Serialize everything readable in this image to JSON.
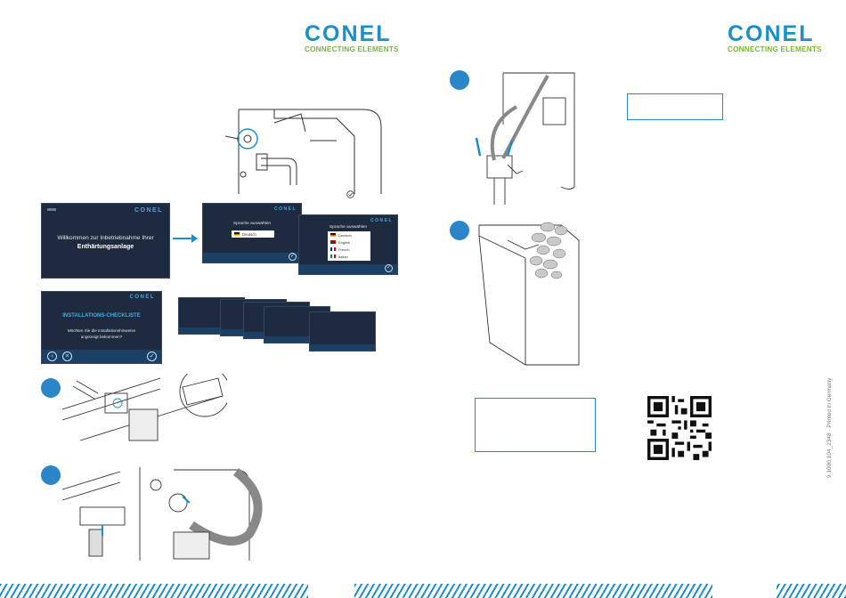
{
  "logos": {
    "left": {
      "word": "CONEL",
      "tag": "CONNECTING ELEMENTS"
    },
    "right": {
      "word": "CONEL",
      "tag": "CONNECTING ELEMENTS"
    }
  },
  "screens": {
    "welcome": {
      "line1": "Willkommen zur Inbetriebnahme Ihrer",
      "line2": "Enthärtungsanlage",
      "brand": "CONEL"
    },
    "checklist": {
      "title": "INSTALLATIONS-CHECKLISTE",
      "line1": "Möchten Sie die Installationshinweise",
      "line2": "angezeigt bekommen?",
      "brand": "CONEL"
    },
    "language1": {
      "title": "Sprache auswählen",
      "selected": "Deutsch"
    },
    "language2": {
      "title": "Sprache auswählen",
      "options": [
        "Deutsch",
        "English",
        "French",
        "Italian"
      ]
    }
  },
  "side_text": "9.1000.104_2348 · Printed in Germany",
  "colors": {
    "brand_blue": "#1b8fc9",
    "brand_green": "#7ab540",
    "screen_bg": "#1e2b3e"
  }
}
